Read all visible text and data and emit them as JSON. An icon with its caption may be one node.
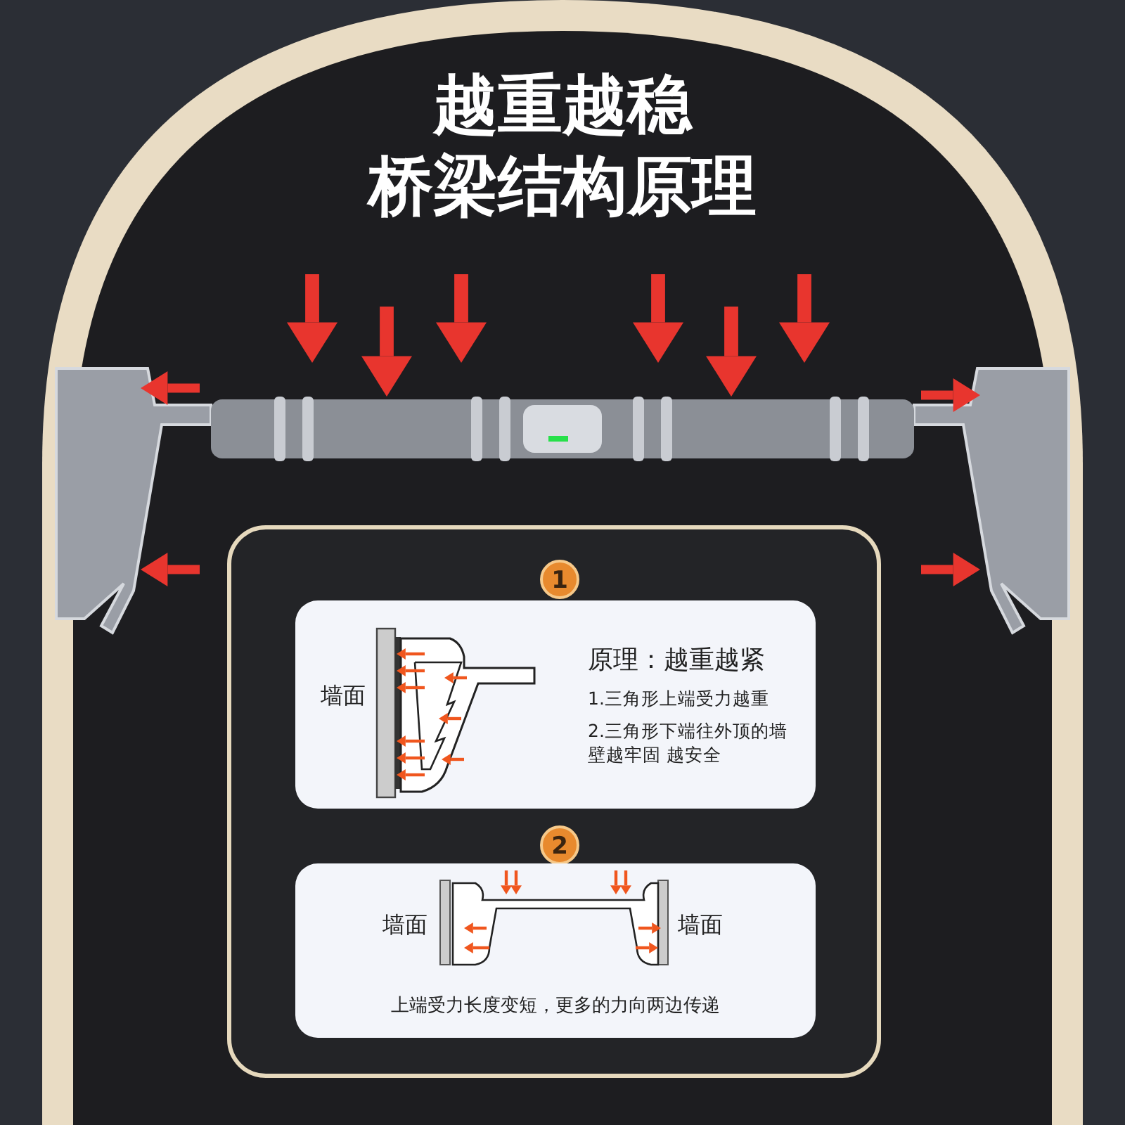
{
  "diagram": {
    "title": "越重越稳",
    "nodes": [
      {
        "text": [
          "墙面",
          "原理：越重越紧",
          "1.三角形上端受力越重",
          "2.三角形下端往外顶的墙壁越牢固 越安全"
        ]
      },
      {
        "text": [
          "墙面",
          "墙面",
          "上端受力长度变短，更多的力向两边传递"
        ]
      }
    ],
    "labels": [
      "桥梁结构原理",
      "1",
      "2"
    ]
  }
}
